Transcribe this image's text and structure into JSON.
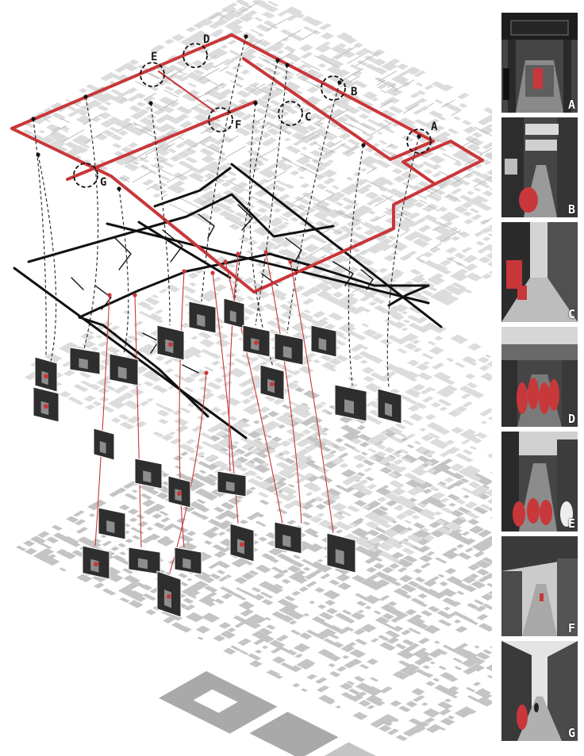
{
  "colors": {
    "accent_red": "#c8373a",
    "route_black": "#111111",
    "block_light": "#dcdcdc",
    "block_mid": "#c4c4c4",
    "block_dark": "#a9a9a9",
    "photo_dark": "#2e2e2e"
  },
  "markers": [
    {
      "letter": "A"
    },
    {
      "letter": "B"
    },
    {
      "letter": "C"
    },
    {
      "letter": "D"
    },
    {
      "letter": "E"
    },
    {
      "letter": "F"
    },
    {
      "letter": "G"
    }
  ],
  "photos": [
    {
      "letter": "A",
      "scene": "market-gate"
    },
    {
      "letter": "B",
      "scene": "signboard-alley"
    },
    {
      "letter": "C",
      "scene": "seated-figure-lane"
    },
    {
      "letter": "D",
      "scene": "covered-market-crowd"
    },
    {
      "letter": "E",
      "scene": "narrow-street-crowd"
    },
    {
      "letter": "F",
      "scene": "wide-alley-awnings"
    },
    {
      "letter": "G",
      "scene": "long-street-perspective"
    }
  ]
}
